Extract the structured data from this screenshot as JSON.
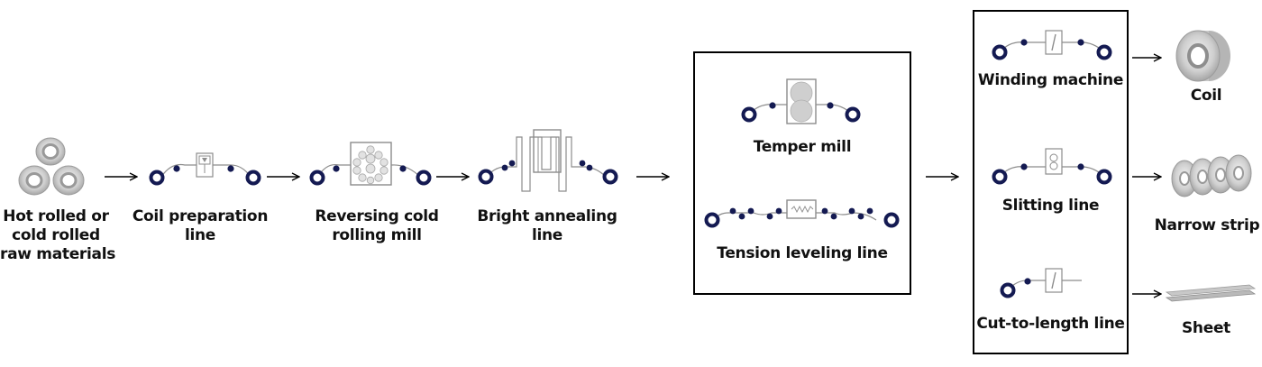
{
  "colors": {
    "roll_dark": "#141a52",
    "line_gray": "#8c8c8c",
    "box_border": "#000000",
    "text": "#111111",
    "fill_light": "#d2d2d2"
  },
  "stages": [
    {
      "id": "raw",
      "label_lines": [
        "Hot rolled or",
        "cold rolled",
        "raw materials"
      ],
      "icon": "stacked-coils-icon"
    },
    {
      "id": "prep",
      "label_lines": [
        "Coil preparation",
        "line"
      ],
      "icon": "coil-preparation-line-icon"
    },
    {
      "id": "reversing",
      "label_lines": [
        "Reversing cold",
        "rolling mill"
      ],
      "icon": "rolling-mill-icon"
    },
    {
      "id": "annealing",
      "label_lines": [
        "Bright annealing",
        "line"
      ],
      "icon": "annealing-furnace-icon"
    }
  ],
  "groups": [
    {
      "id": "finishing",
      "items": [
        {
          "id": "temper",
          "label": "Temper mill",
          "icon": "temper-mill-icon"
        },
        {
          "id": "tension",
          "label": "Tension leveling line",
          "icon": "tension-leveling-icon"
        }
      ]
    },
    {
      "id": "processing",
      "items": [
        {
          "id": "winding",
          "label": "Winding machine",
          "icon": "winding-machine-icon"
        },
        {
          "id": "slitting",
          "label": "Slitting line",
          "icon": "slitting-line-icon"
        },
        {
          "id": "cut",
          "label": "Cut-to-length line",
          "icon": "cut-to-length-icon"
        }
      ]
    }
  ],
  "outputs": [
    {
      "id": "coil",
      "label": "Coil",
      "icon": "coil-icon"
    },
    {
      "id": "narrow",
      "label": "Narrow strip",
      "icon": "narrow-strip-icon"
    },
    {
      "id": "sheet",
      "label": "Sheet",
      "icon": "sheet-stack-icon"
    }
  ]
}
